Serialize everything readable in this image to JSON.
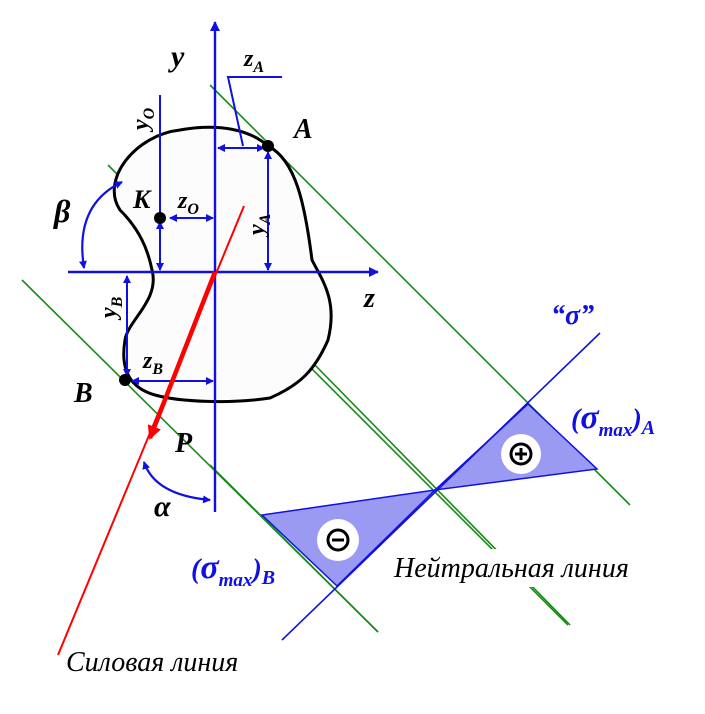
{
  "colors": {
    "axis": "#1010e0",
    "section_outline": "#000000",
    "parallel_lines": "#1a8a1a",
    "force_line": "#ff0000",
    "stress_fill": "#9a9af2",
    "stress_outline": "#1010e0",
    "background": "#ffffff"
  },
  "axes": {
    "y_label": "y",
    "z_label": "z"
  },
  "points": {
    "A": "A",
    "B": "B",
    "K": "K",
    "P": "P"
  },
  "dimensions": {
    "zA": {
      "main": "z",
      "sub": "A"
    },
    "yA": {
      "main": "y",
      "sub": "A"
    },
    "yO": {
      "main": "y",
      "sub": "O"
    },
    "zO": {
      "main": "z",
      "sub": "O"
    },
    "yB": {
      "main": "y",
      "sub": "B"
    },
    "zB": {
      "main": "z",
      "sub": "B"
    }
  },
  "angles": {
    "beta": "β",
    "alpha": "α"
  },
  "stress": {
    "sigma_label": "“σ”",
    "max_A": {
      "open": "(",
      "sigma": "σ",
      "sub": "max",
      "close": ")",
      "index": "A"
    },
    "max_B": {
      "open": "(",
      "sigma": "σ",
      "sub": "max",
      "close": ")",
      "index": "B"
    },
    "plus_icon": "plus-sign-icon",
    "minus_icon": "minus-sign-icon"
  },
  "captions": {
    "neutral_line": "Нейтральная линия",
    "force_line": "Силовая линия"
  }
}
